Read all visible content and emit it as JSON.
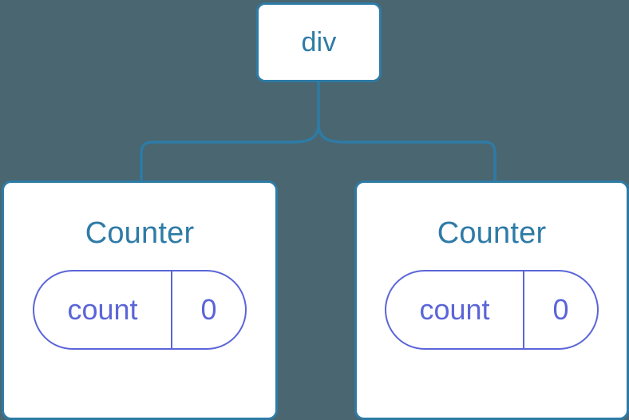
{
  "diagram": {
    "type": "component-tree",
    "background_color": "#4a6670",
    "node_border_color": "#2e7ba6",
    "node_text_color": "#2e7ba6",
    "pill_color": "#5b65d8",
    "root": {
      "label": "div"
    },
    "children": [
      {
        "title": "Counter",
        "state": {
          "key": "count",
          "value": "0"
        }
      },
      {
        "title": "Counter",
        "state": {
          "key": "count",
          "value": "0"
        }
      }
    ]
  }
}
